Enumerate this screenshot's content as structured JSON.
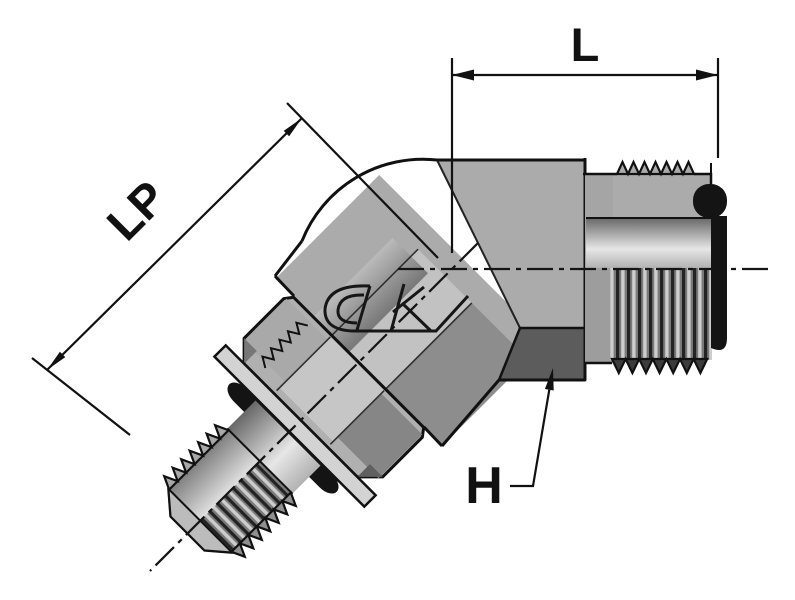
{
  "drawing": {
    "type": "technical-dimension-drawing",
    "subject": "45-degree elbow hydraulic fitting, half-section view",
    "labels": {
      "length_dim": "L",
      "angled_length_dim": "LP",
      "hex_dim": "H"
    },
    "colors": {
      "background": "#ffffff",
      "line": "#111111",
      "body_gray": "#ababab",
      "bright_facet": "#c2c2c2",
      "mid_facet": "#8d8d8d",
      "hex_dark": "#5c5c5c",
      "seal_black": "#141414",
      "washer_gray": "#d3d3d3",
      "thread_gray": "#a8a8a8"
    },
    "icons": {
      "logo_mark": "manufacturer-monogram"
    }
  }
}
